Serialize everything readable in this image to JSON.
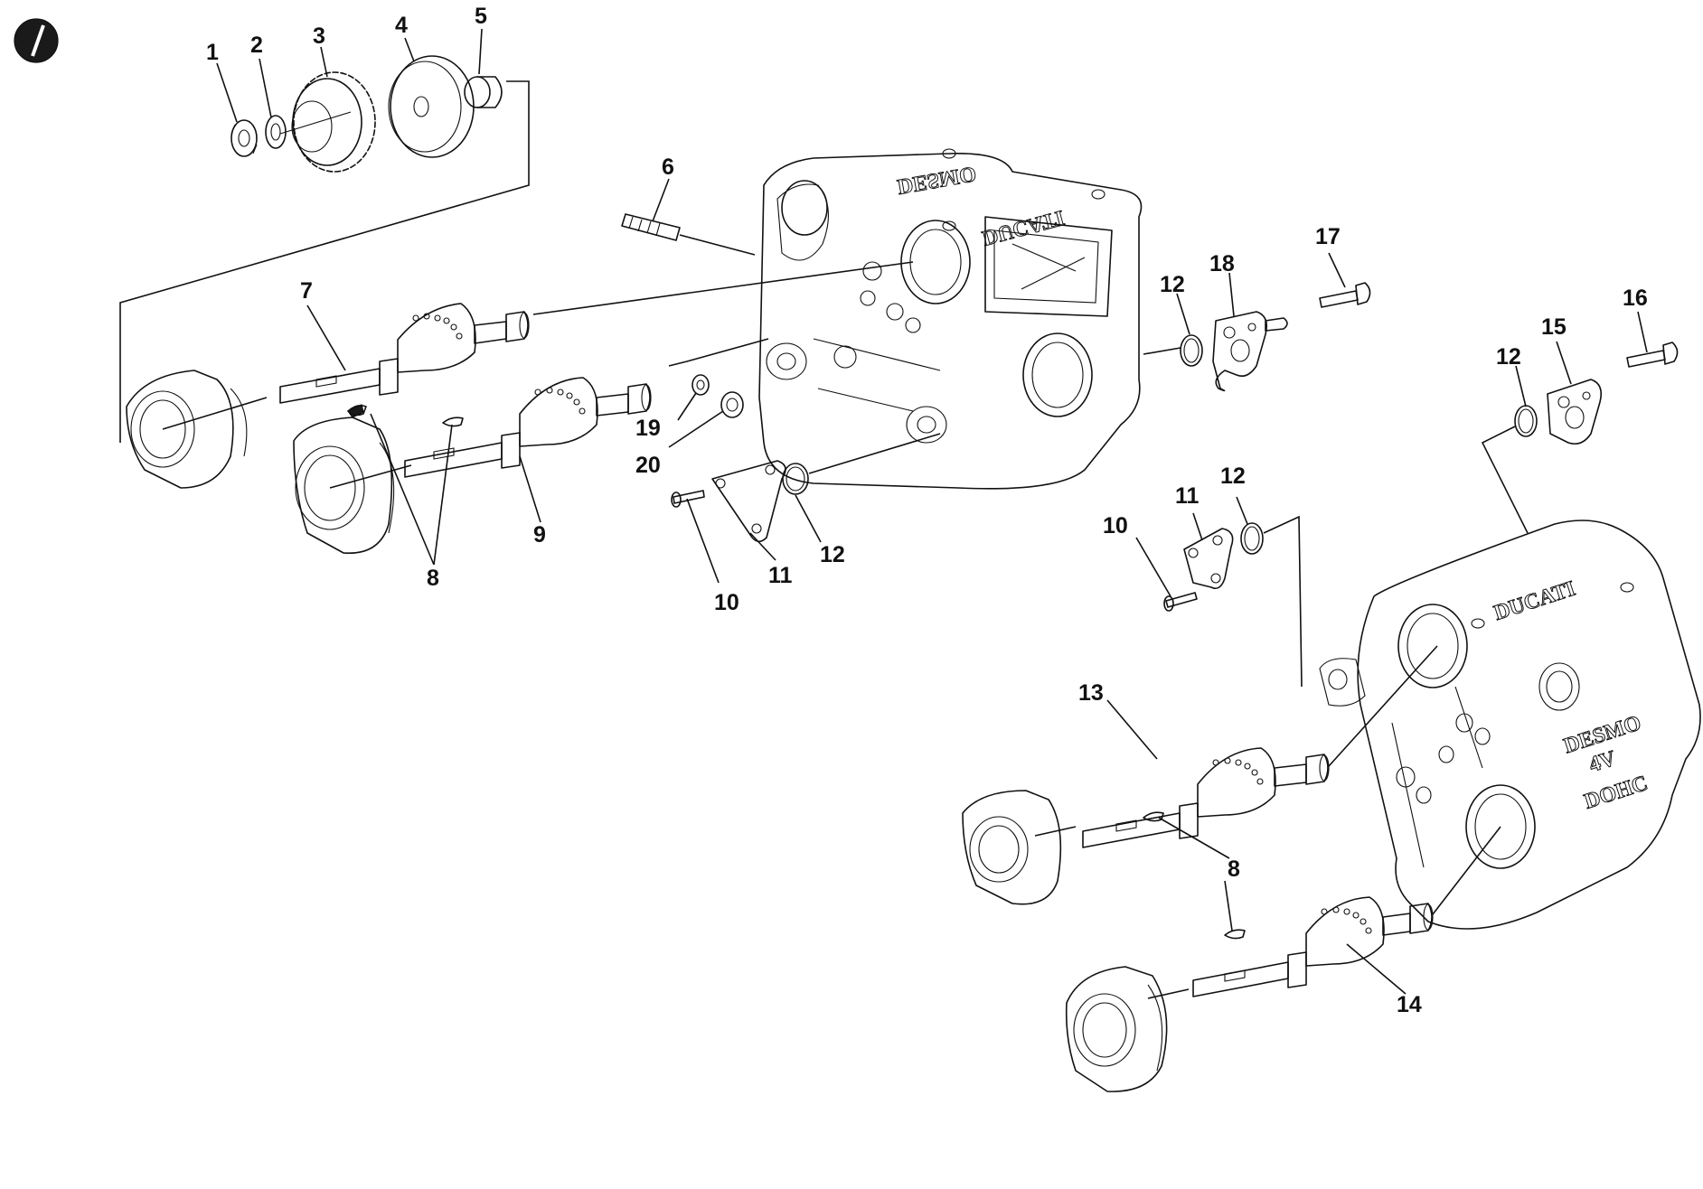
{
  "callouts": [
    "1",
    "2",
    "3",
    "4",
    "5",
    "6",
    "7",
    "8",
    "9",
    "10",
    "11",
    "12",
    "13",
    "14",
    "15",
    "16",
    "17",
    "18",
    "19",
    "20"
  ],
  "brand": {
    "ducati": "DUCATI",
    "desmo": "DESMO",
    "four_v": "4V",
    "dohc": "DOHC"
  },
  "icons": [
    "section-marker-icon"
  ]
}
